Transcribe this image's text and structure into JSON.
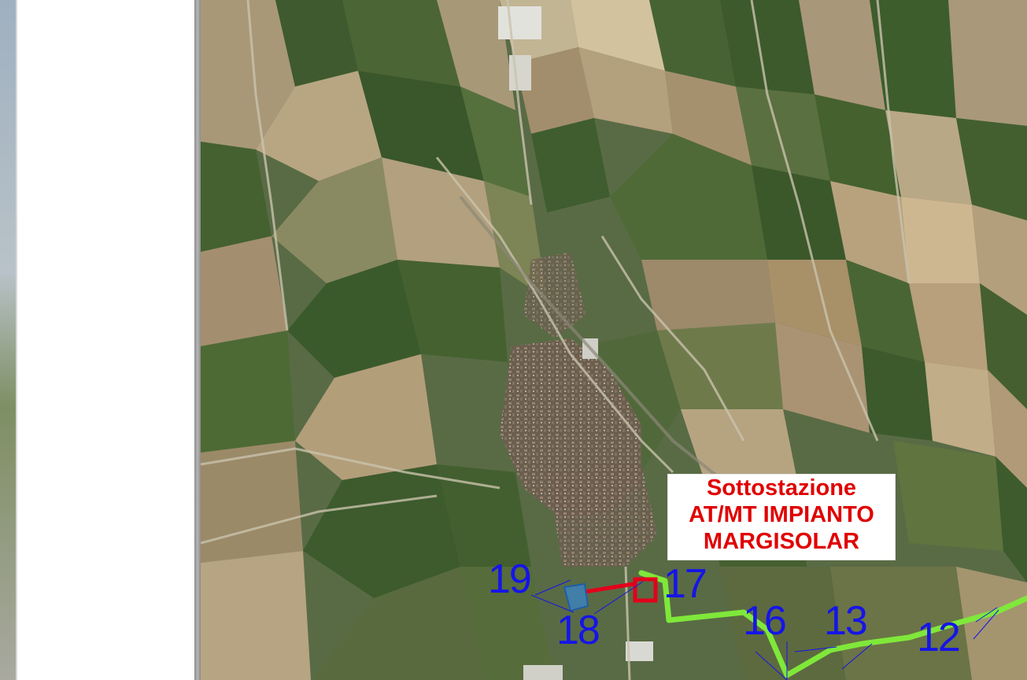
{
  "callout": {
    "line1": "Sottostazione",
    "line2": "AT/MT IMPIANTO",
    "line3": "MARGISOLAR"
  },
  "markers": {
    "m19": "19",
    "m18": "18",
    "m17": "17",
    "m16": "16",
    "m13": "13",
    "m12": "12"
  },
  "colors": {
    "cable_route": "#7fe83a",
    "connection_line": "#e3001b",
    "substation": "#e3001b",
    "parcel": "#3a84c9",
    "marker_text": "#1515e8",
    "callout_text": "#e00000"
  }
}
